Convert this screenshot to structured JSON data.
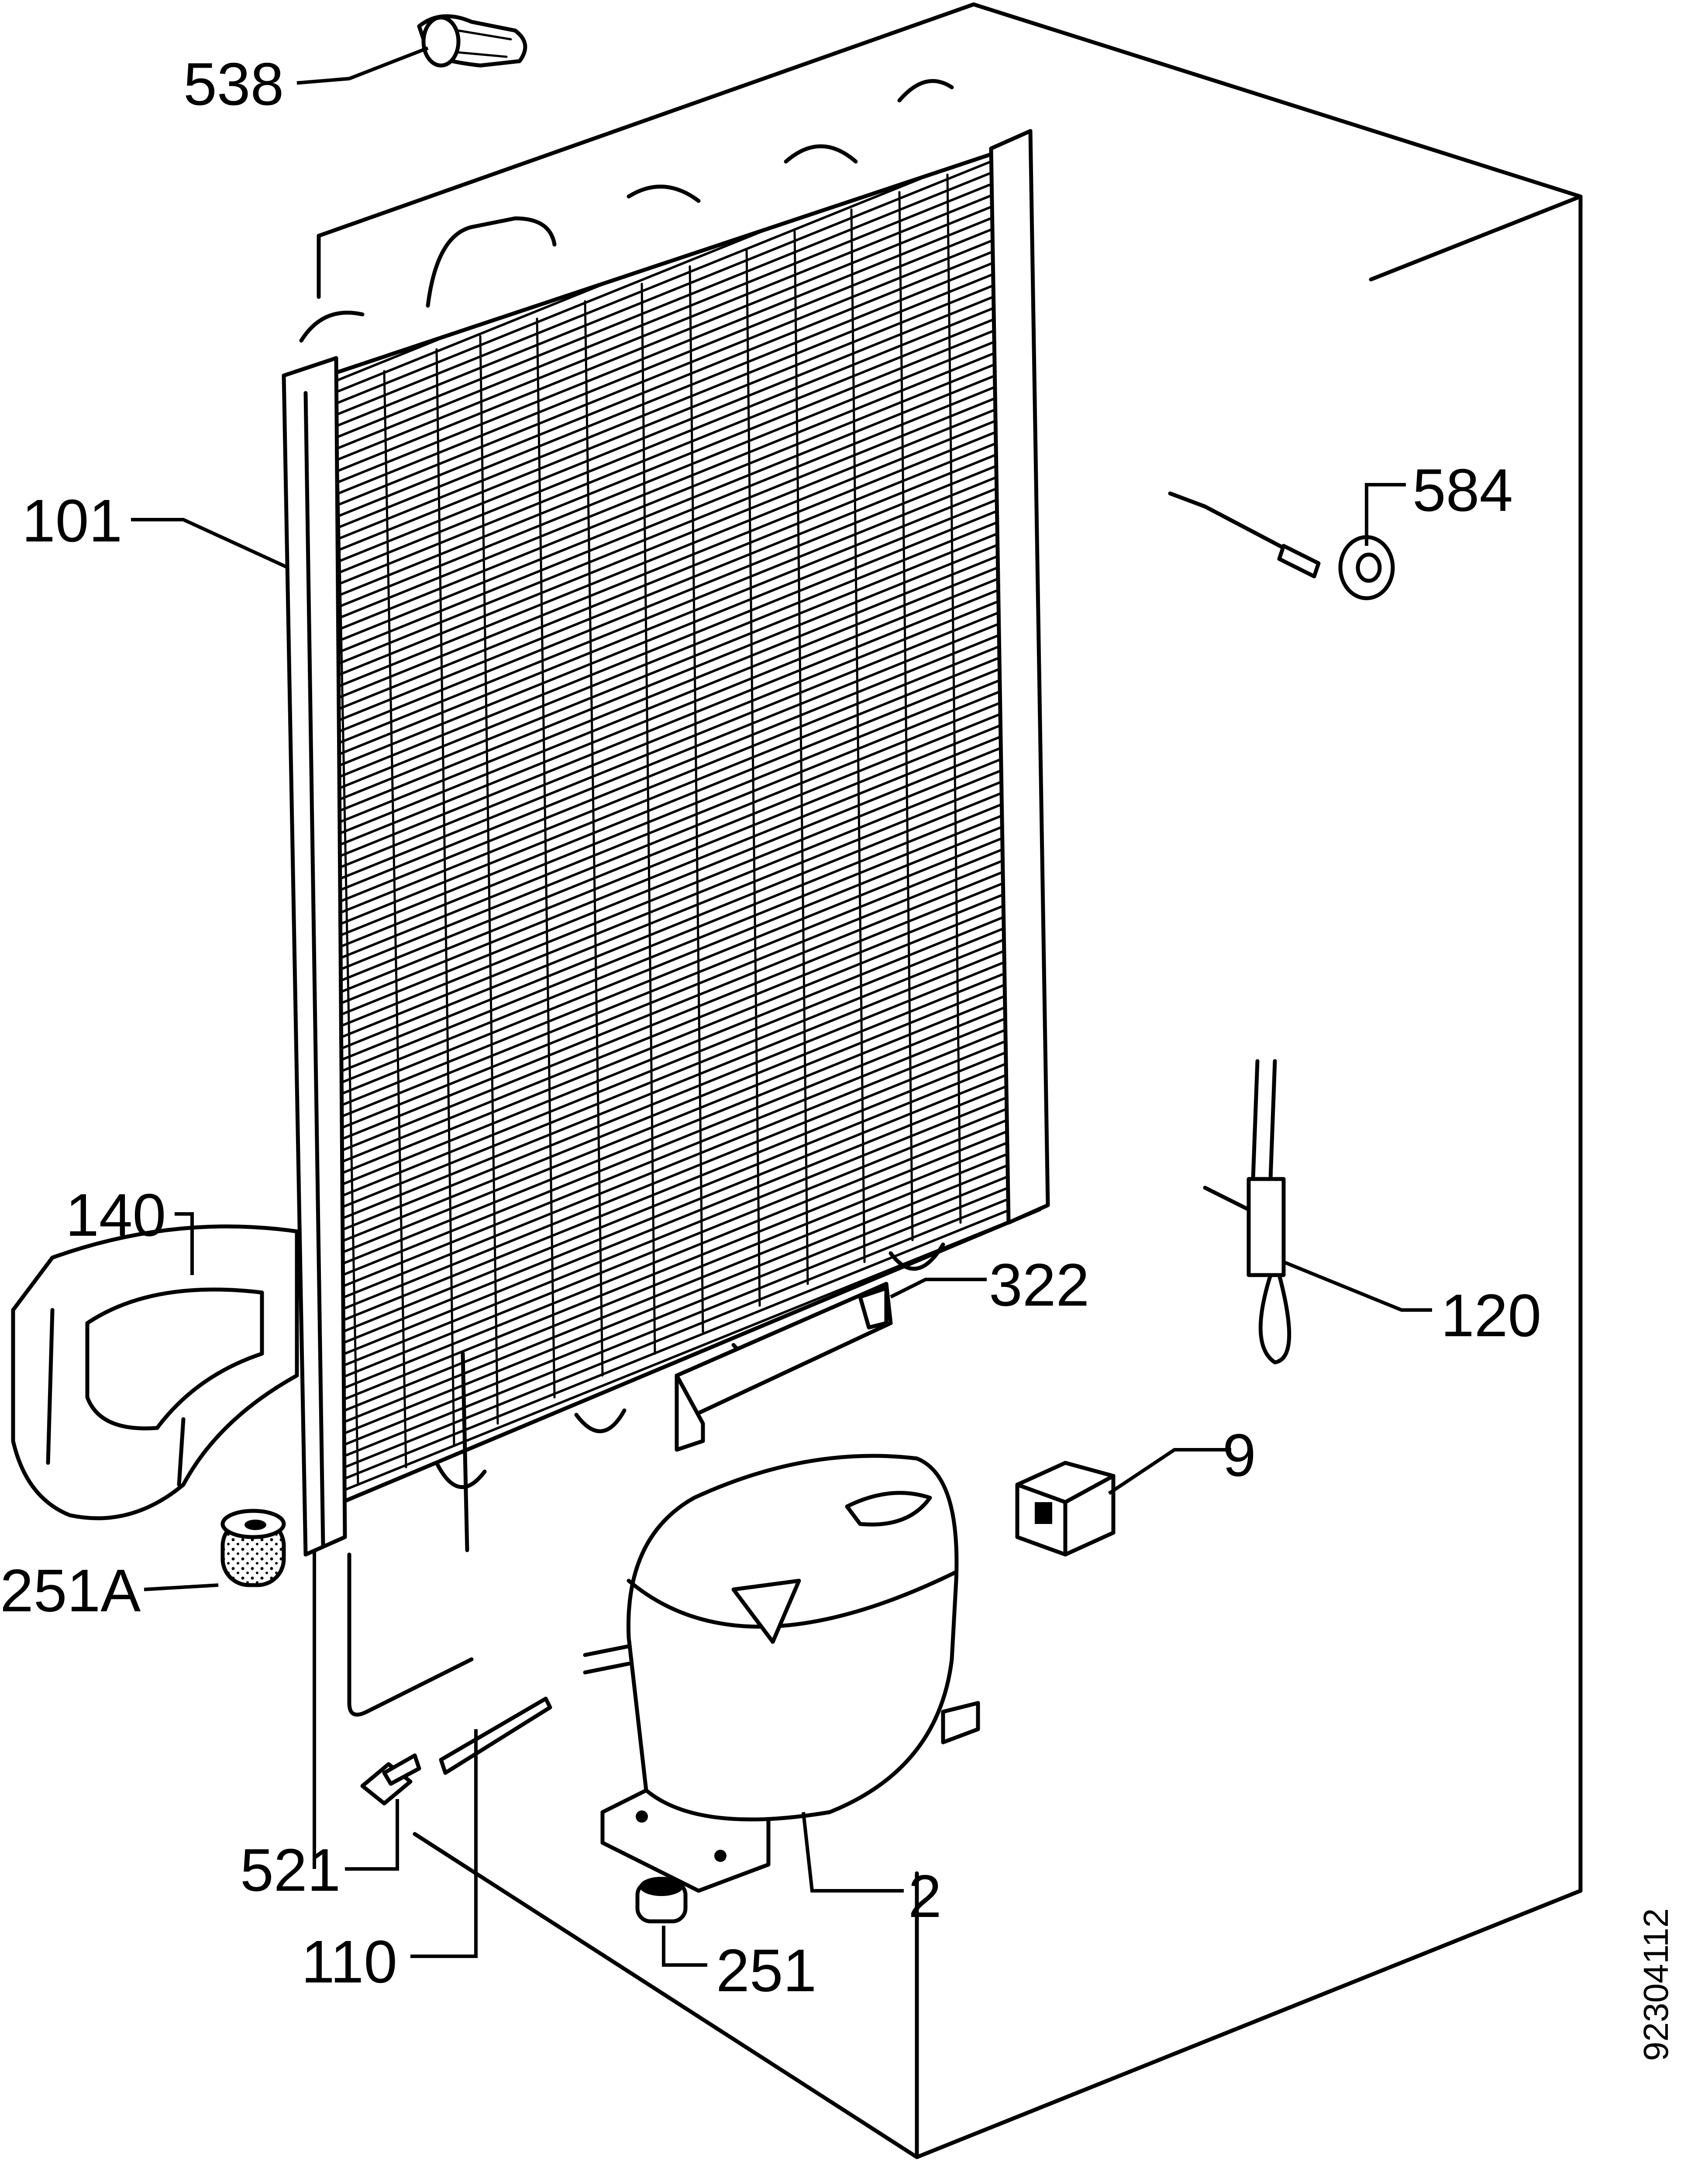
{
  "diagram": {
    "document_number": "92304112",
    "parts": [
      {
        "id": "538",
        "label": "538"
      },
      {
        "id": "101",
        "label": "101"
      },
      {
        "id": "584",
        "label": "584"
      },
      {
        "id": "140",
        "label": "140"
      },
      {
        "id": "322",
        "label": "322"
      },
      {
        "id": "120",
        "label": "120"
      },
      {
        "id": "9",
        "label": "9"
      },
      {
        "id": "251A",
        "label": "251A"
      },
      {
        "id": "521",
        "label": "521"
      },
      {
        "id": "2",
        "label": "2"
      },
      {
        "id": "110",
        "label": "110"
      },
      {
        "id": "251",
        "label": "251"
      }
    ]
  }
}
